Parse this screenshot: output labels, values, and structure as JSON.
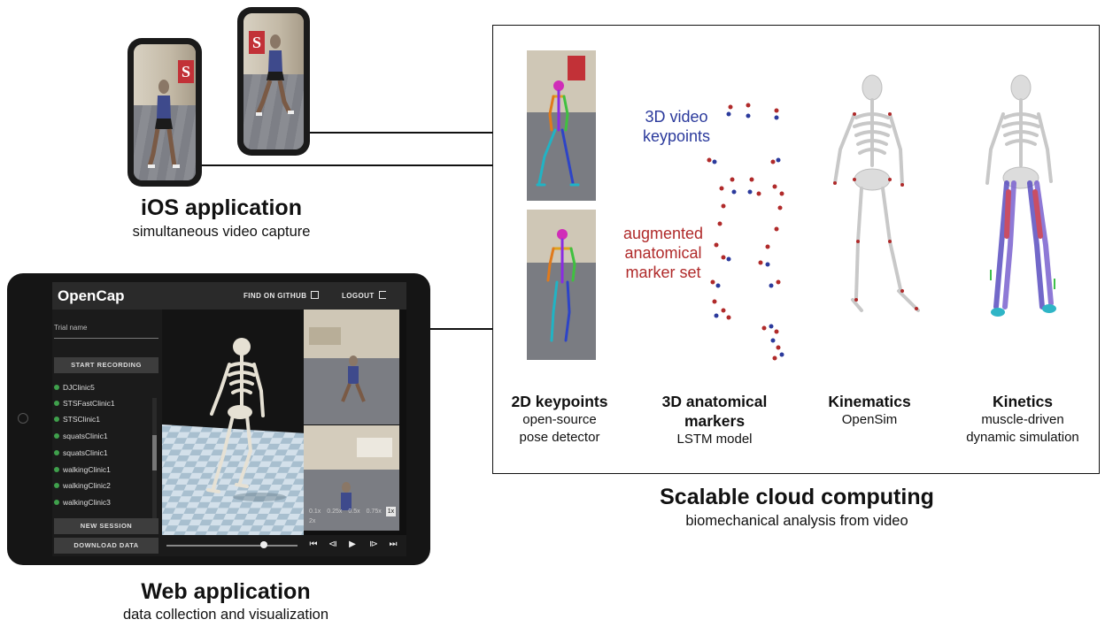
{
  "ios": {
    "title": "iOS application",
    "subtitle": "simultaneous video capture"
  },
  "web": {
    "title": "Web application",
    "subtitle": "data collection and visualization",
    "app": {
      "logo": "OpenCap",
      "github_link": "FIND ON GITHUB",
      "logout_link": "LOGOUT",
      "trial_placeholder": "Trial name",
      "start_recording": "START RECORDING",
      "sessions": [
        "DJClinic5",
        "STSFastClinic1",
        "STSClinic1",
        "squatsClinic1",
        "squatsClinic1",
        "walkingClinic1",
        "walkingClinic2",
        "walkingClinic3"
      ],
      "new_session": "NEW SESSION",
      "download_data": "DOWNLOAD DATA",
      "speeds": [
        "0.1x",
        "0.25x",
        "0.5x",
        "0.75x",
        "1x",
        "2x"
      ],
      "selected_speed": "1x",
      "playback_progress": 0.74
    }
  },
  "cloud": {
    "title": "Scalable cloud computing",
    "subtitle": "biomechanical analysis from video",
    "label_3d": "3D video keypoints",
    "label_3d_line1": "3D video",
    "label_3d_line2": "keypoints",
    "label_aug_line1": "augmented",
    "label_aug_line2": "anatomical",
    "label_aug_line3": "marker set",
    "columns": [
      {
        "title": "2D keypoints",
        "sub1": "open-source",
        "sub2": "pose detector"
      },
      {
        "title1": "3D anatomical",
        "title2": "markers",
        "sub1": "LSTM model"
      },
      {
        "title": "Kinematics",
        "sub1": "OpenSim"
      },
      {
        "title": "Kinetics",
        "sub1": "muscle-driven",
        "sub2": "dynamic simulation"
      }
    ]
  },
  "colors": {
    "marker_blue": "#2b3a9c",
    "marker_red": "#b02a2a",
    "session_dot": "#3fa04c"
  },
  "icons": [
    "external-link-icon",
    "logout-icon",
    "skip-start-icon",
    "step-back-icon",
    "play-icon",
    "step-forward-icon",
    "skip-end-icon"
  ]
}
